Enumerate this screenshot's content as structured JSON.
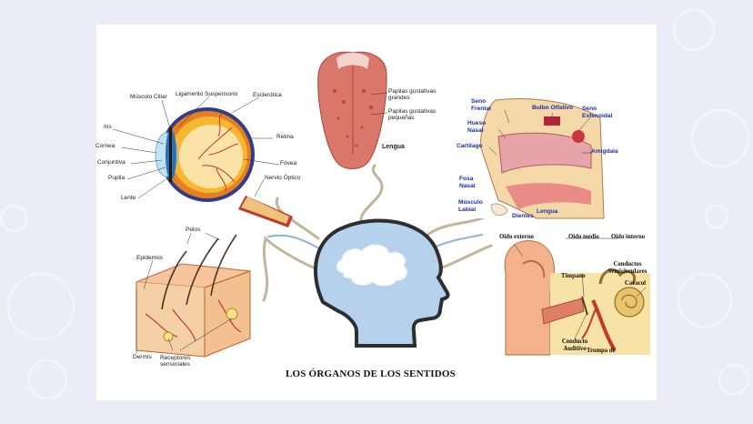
{
  "title": "LOS ÓRGANOS DE LOS SENTIDOS",
  "eye": {
    "labels": {
      "ciliar": "Músculo Ciliar",
      "ligamento": "Ligamento Suspensorio",
      "esclerotica": "Esclerótica",
      "iris": "Iris",
      "retina": "Retina",
      "cornea": "Cornea",
      "conjuntiva": "Conjuntiva",
      "fovea": "Fóvea",
      "pupila": "Pupila",
      "nervio": "Nervio Óptico",
      "lente": "Lente"
    }
  },
  "tongue": {
    "labels": {
      "grandes": "Papilas gustativas grandes",
      "pequenas": "Papilas gustativas pequeñas",
      "lengua": "Lengua"
    }
  },
  "nose": {
    "labels": {
      "seno_frontal": "Seno Frental",
      "bulbo": "Bulbo Olfativo",
      "seno_esfenoidal": "Seno Esfenoidal",
      "hueso": "Hueso Nasal",
      "cartilago": "Cartílago",
      "amigdala": "Amígdala",
      "fosa": "Fosa Nasal",
      "musculo": "Músculo Labial",
      "dientes": "Dientes",
      "lengua": "Lengua"
    }
  },
  "skin": {
    "labels": {
      "pelos": "Pelos",
      "epidermis": "Epidermis",
      "dermis": "Dermis",
      "receptores": "Receptores sensoriales"
    }
  },
  "ear": {
    "labels": {
      "externo": "Oido externo",
      "medio": "Oido medio",
      "interno": "Oido interno",
      "conductos": "Conductos Semicirculares",
      "timpano": "Tímpano",
      "caracol": "Caracol",
      "auditivo": "Conducto Auditivo",
      "trompa": "Trompa de"
    }
  },
  "colors": {
    "background": "#ecebf8",
    "head": "#b5d1ec",
    "head_outline": "#2e2e2e",
    "connector": "#c2b59a",
    "nose_label": "#1c2fa8"
  },
  "icons": [
    "head-icon",
    "cloud-icon"
  ]
}
